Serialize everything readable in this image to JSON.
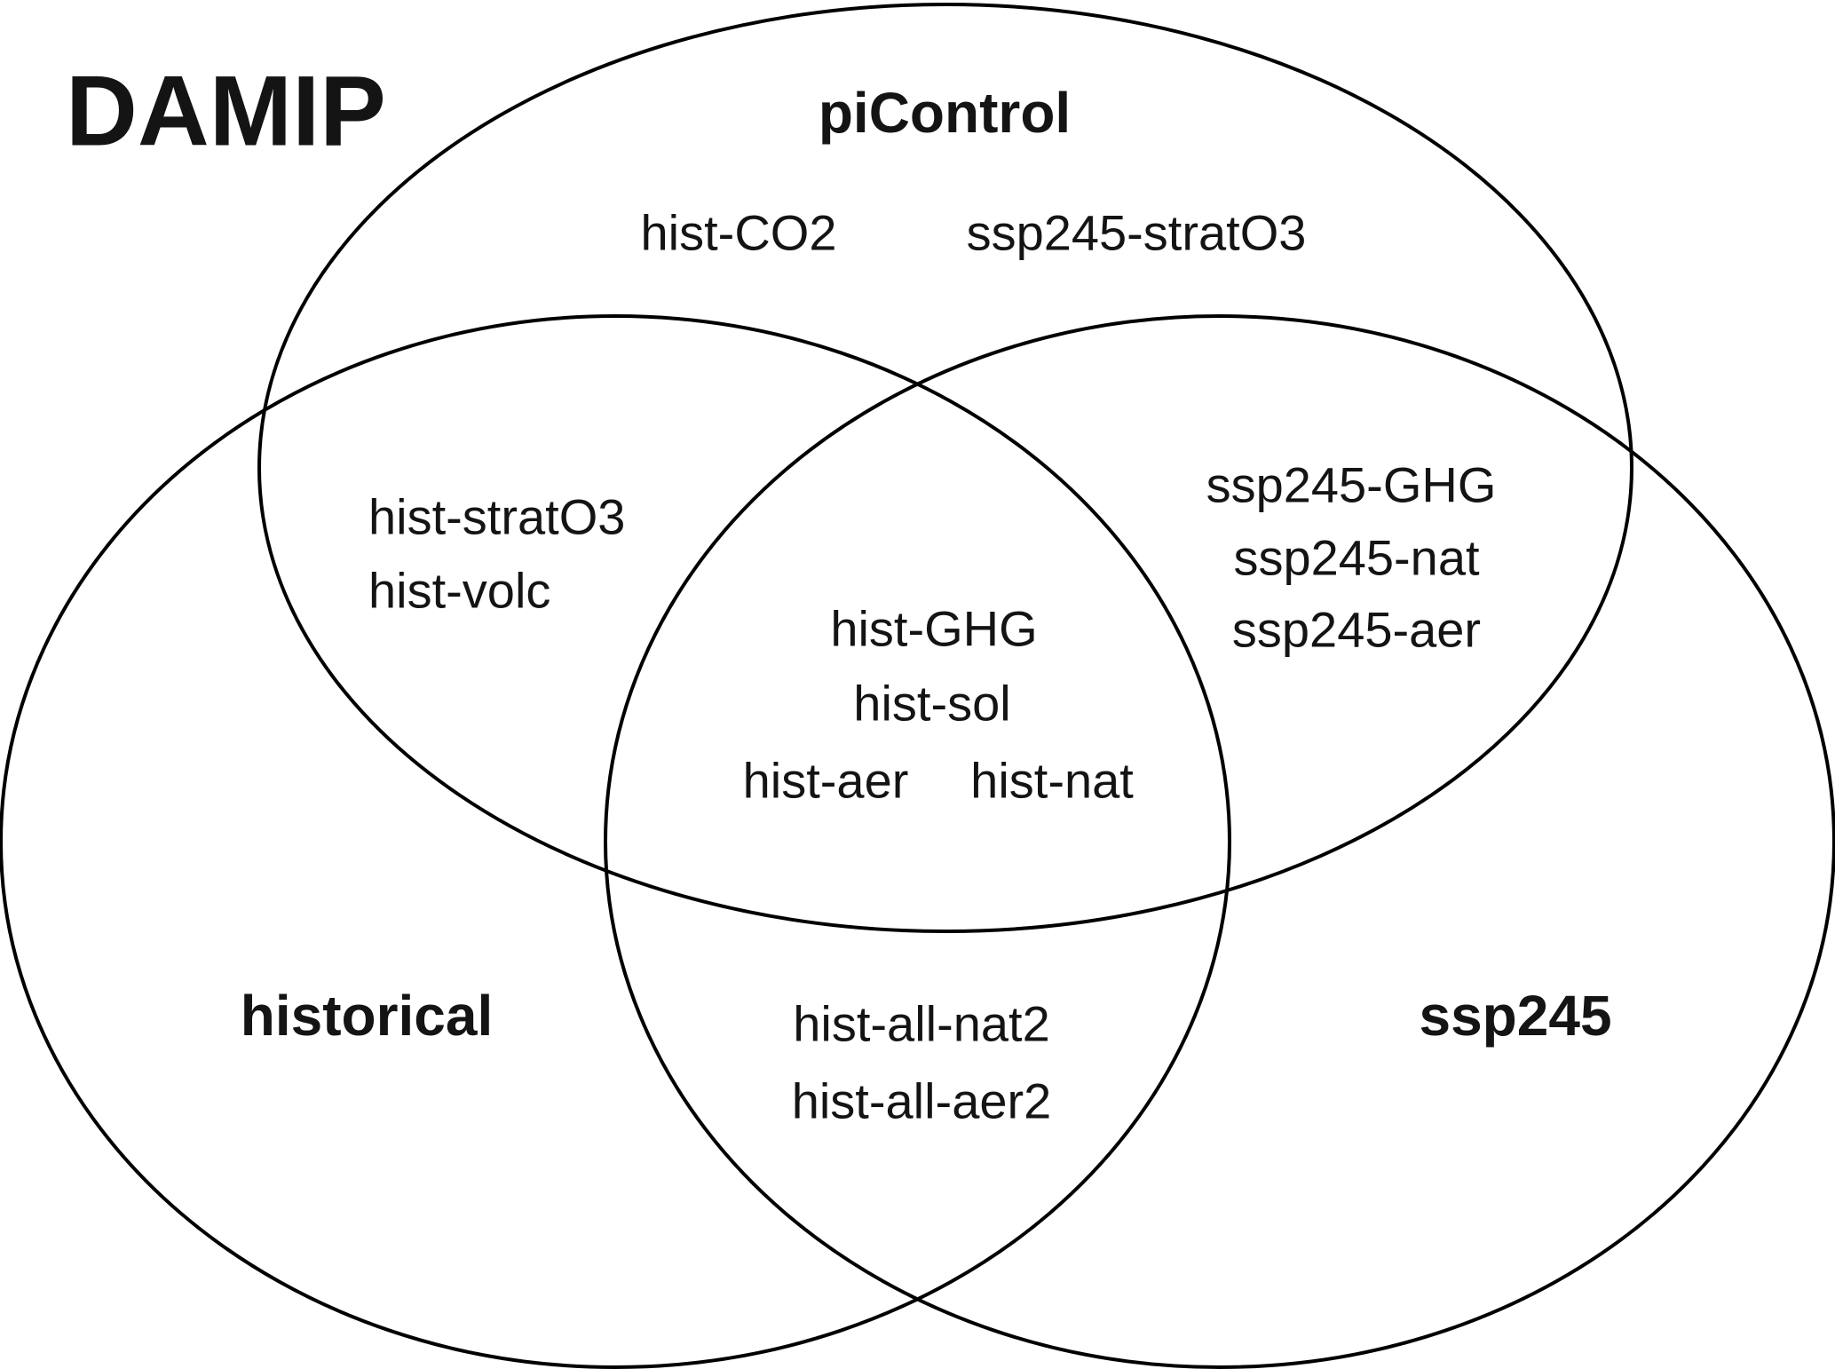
{
  "title": "DAMIP",
  "sets": {
    "picontrol": "piControl",
    "historical": "historical",
    "ssp245": "ssp245"
  },
  "regions": {
    "picontrol_only": [
      "hist-CO2",
      "ssp245-stratO3"
    ],
    "picontrol_historical": [
      "hist-stratO3",
      "hist-volc"
    ],
    "picontrol_ssp245": [
      "ssp245-GHG",
      "ssp245-nat",
      "ssp245-aer"
    ],
    "all_three": [
      "hist-GHG",
      "hist-sol",
      "hist-aer",
      "hist-nat"
    ],
    "historical_ssp245": [
      "hist-all-nat2",
      "hist-all-aer2"
    ]
  },
  "colors": {
    "stroke": "#000000",
    "text": "#141414",
    "background": "#ffffff"
  }
}
